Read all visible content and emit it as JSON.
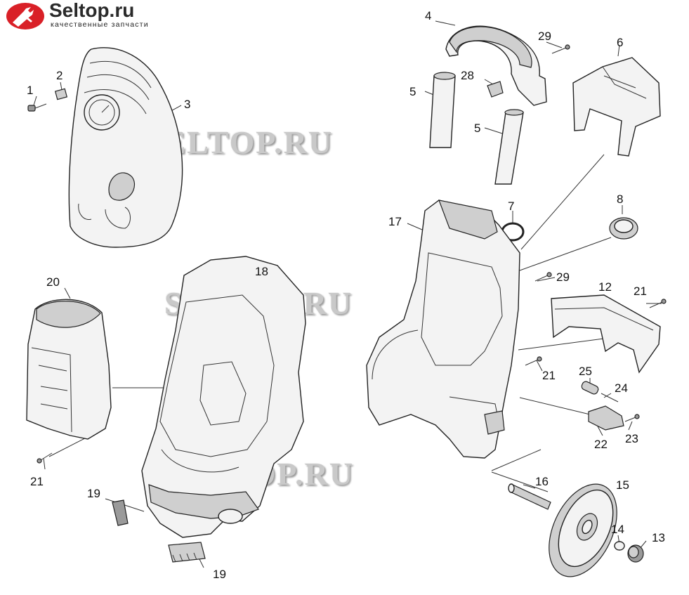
{
  "header": {
    "brand": "Seltop.ru",
    "tagline": "качественные запчасти"
  },
  "watermarks": [
    "SELTOP.RU",
    "SELTOP.RU",
    "SELTOP.RU"
  ],
  "callouts": [
    {
      "id": "c1",
      "text": "1"
    },
    {
      "id": "c2",
      "text": "2"
    },
    {
      "id": "c3",
      "text": "3"
    },
    {
      "id": "c4",
      "text": "4"
    },
    {
      "id": "c5a",
      "text": "5"
    },
    {
      "id": "c5b",
      "text": "5"
    },
    {
      "id": "c6",
      "text": "6"
    },
    {
      "id": "c7",
      "text": "7"
    },
    {
      "id": "c8",
      "text": "8"
    },
    {
      "id": "c12",
      "text": "12"
    },
    {
      "id": "c13",
      "text": "13"
    },
    {
      "id": "c14",
      "text": "14"
    },
    {
      "id": "c15",
      "text": "15"
    },
    {
      "id": "c16",
      "text": "16"
    },
    {
      "id": "c17",
      "text": "17"
    },
    {
      "id": "c18",
      "text": "18"
    },
    {
      "id": "c19a",
      "text": "19"
    },
    {
      "id": "c19b",
      "text": "19"
    },
    {
      "id": "c20",
      "text": "20"
    },
    {
      "id": "c21a",
      "text": "21"
    },
    {
      "id": "c21b",
      "text": "21"
    },
    {
      "id": "c21c",
      "text": "21"
    },
    {
      "id": "c22",
      "text": "22"
    },
    {
      "id": "c23",
      "text": "23"
    },
    {
      "id": "c24",
      "text": "24"
    },
    {
      "id": "c25",
      "text": "25"
    },
    {
      "id": "c28",
      "text": "28"
    },
    {
      "id": "c29a",
      "text": "29"
    },
    {
      "id": "c29b",
      "text": "29"
    }
  ]
}
